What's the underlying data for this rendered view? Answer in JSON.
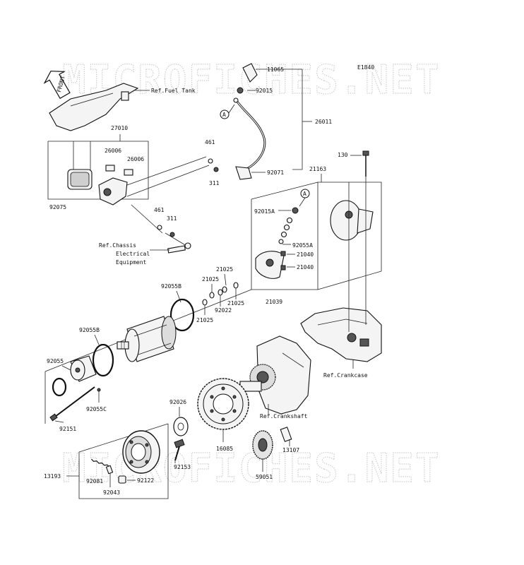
{
  "diagram_code": "E1840",
  "watermark": "MICROFICHES.NET",
  "front_label": "FRONT",
  "callout_letter": "A",
  "labels": {
    "p11065": "11065",
    "p92015": "92015",
    "p26011": "26011",
    "p92071": "92071",
    "p27010": "27010",
    "p26006a": "26006",
    "p26006b": "26006",
    "p92075": "92075",
    "p461a": "461",
    "p311a": "311",
    "p461b": "461",
    "p311b": "311",
    "p130": "130",
    "p21163": "21163",
    "p92015A": "92015A",
    "p92055A": "92055A",
    "p21040a": "21040",
    "p21040b": "21040",
    "p21039": "21039",
    "p21025a": "21025",
    "p21025b": "21025",
    "p92022": "92022",
    "p21025c": "21025",
    "p21025d": "21025",
    "p92055B1": "92055B",
    "p92055B2": "92055B",
    "p92055": "92055",
    "p92055C": "92055C",
    "p92151": "92151",
    "p92026": "92026",
    "p16085": "16085",
    "p13107": "13107",
    "p59051": "59051",
    "p13193": "13193",
    "p92081": "92081",
    "p92122": "92122",
    "p92153": "92153",
    "p92043": "92043"
  },
  "references": {
    "fuel_tank": "Ref.Fuel Tank",
    "chassis_l1": "Ref.Chassis",
    "chassis_l2": "Electrical",
    "chassis_l3": "Equipment",
    "crankcase": "Ref.Crankcase",
    "crankshaft": "Ref.Crankshaft"
  }
}
